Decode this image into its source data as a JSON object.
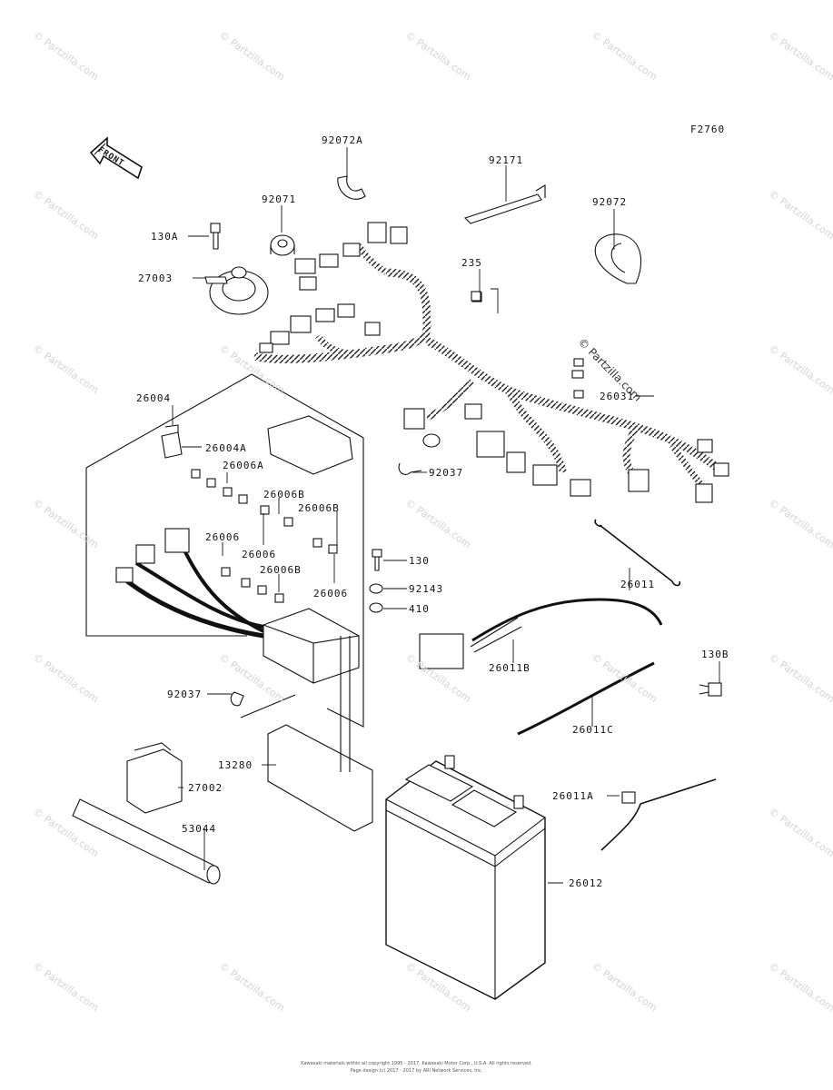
{
  "figure_code": "F2760",
  "front_label": "FRONT",
  "watermark": "© Partzilla.com",
  "inline_watermark": "© Partzilla.com",
  "footer": {
    "line1": "Kawasaki materials within all copyright 1995 - 2017, Kawasaki Motor Corp., U.S.A. All rights reserved.",
    "line2": "Page design (c) 2017 - 2017 by ARI Network Services, Inc."
  },
  "parts": [
    {
      "id": "92072A"
    },
    {
      "id": "92171"
    },
    {
      "id": "92072"
    },
    {
      "id": "92071"
    },
    {
      "id": "130A"
    },
    {
      "id": "27003"
    },
    {
      "id": "235"
    },
    {
      "id": "26031"
    },
    {
      "id": "26004"
    },
    {
      "id": "26004A"
    },
    {
      "id": "26006A"
    },
    {
      "id": "26006B"
    },
    {
      "id": "26006B"
    },
    {
      "id": "26006"
    },
    {
      "id": "26006"
    },
    {
      "id": "26006B"
    },
    {
      "id": "26006"
    },
    {
      "id": "92037"
    },
    {
      "id": "130"
    },
    {
      "id": "92143"
    },
    {
      "id": "410"
    },
    {
      "id": "26011"
    },
    {
      "id": "130B"
    },
    {
      "id": "26011B"
    },
    {
      "id": "92037"
    },
    {
      "id": "26011C"
    },
    {
      "id": "13280"
    },
    {
      "id": "27002"
    },
    {
      "id": "26011A"
    },
    {
      "id": "53044"
    },
    {
      "id": "26012"
    }
  ]
}
